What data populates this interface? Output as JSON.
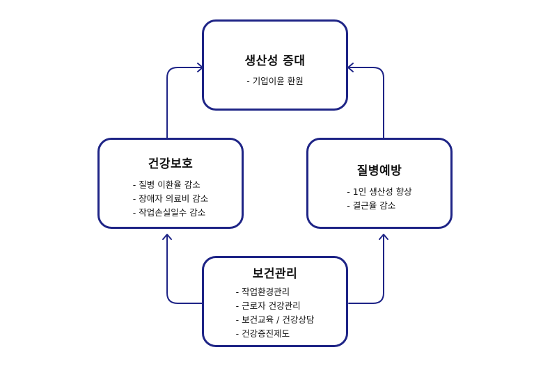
{
  "diagram": {
    "title": "보건관리 선순환 구조",
    "line_color": "#1e2486",
    "nodes": [
      {
        "id": "top",
        "title": "생산성 증대",
        "items": [
          "- 기업이윤 환원"
        ]
      },
      {
        "id": "left",
        "title": "건강보호",
        "items": [
          "- 질병 이환율 감소",
          "- 장애자 의료비 감소",
          "- 작업손실일수 감소"
        ]
      },
      {
        "id": "right",
        "title": "질병예방",
        "items": [
          "- 1인 생산성 향상",
          "- 결근율 감소"
        ]
      },
      {
        "id": "bottom",
        "title": "보건관리",
        "items": [
          "- 작업환경관리",
          "- 근로자 건강관리",
          "- 보건교육 / 건강상담",
          "- 건강증진제도"
        ]
      }
    ],
    "edges": [
      {
        "from": "bottom",
        "to": "left"
      },
      {
        "from": "bottom",
        "to": "right"
      },
      {
        "from": "left",
        "to": "top"
      },
      {
        "from": "right",
        "to": "top"
      }
    ]
  }
}
